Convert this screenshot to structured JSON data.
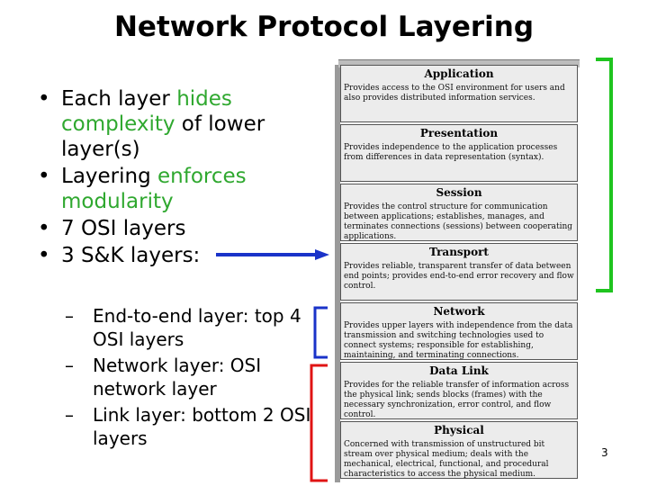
{
  "title": "Network Protocol Layering",
  "bullets": [
    {
      "pre": "Each layer ",
      "hl1": "hides complexity",
      "post": " of lower layer(s)"
    },
    {
      "pre": "Layering ",
      "hl1": "enforces modularity",
      "post": ""
    },
    {
      "pre": "7 OSI layers",
      "hl1": "",
      "post": ""
    },
    {
      "pre": "3 S&K layers:",
      "hl1": "",
      "post": ""
    }
  ],
  "subbullets": [
    "End-to-end layer: top 4 OSI layers",
    "Network layer: OSI network layer",
    "Link layer: bottom 2 OSI layers"
  ],
  "layers": [
    {
      "name": "Application",
      "desc": "Provides access to the OSI environment for users and also provides distributed information services."
    },
    {
      "name": "Presentation",
      "desc": "Provides independence to the application processes from differences in data representation (syntax)."
    },
    {
      "name": "Session",
      "desc": "Provides the control structure for communication between applications; establishes, manages, and terminates connections (sessions) between cooperating applications."
    },
    {
      "name": "Transport",
      "desc": "Provides reliable, transparent transfer of data between end points; provides end-to-end error recovery and flow control."
    },
    {
      "name": "Network",
      "desc": "Provides upper layers with independence from the data transmission and switching technologies used to connect systems; responsible for establishing, maintaining, and terminating connections."
    },
    {
      "name": "Data Link",
      "desc": "Provides for the reliable transfer of information across the physical link; sends blocks (frames) with the necessary synchronization, error control, and flow control."
    },
    {
      "name": "Physical",
      "desc": "Concerned with transmission of unstructured bit stream over physical medium; deals with the mechanical, electrical, functional, and procedural characteristics to access the physical medium."
    }
  ],
  "page_number": "3",
  "colors": {
    "highlight": "#2fa82f",
    "green_bracket": "#1fc41f",
    "blue": "#1a33c9",
    "red": "#e01414"
  }
}
